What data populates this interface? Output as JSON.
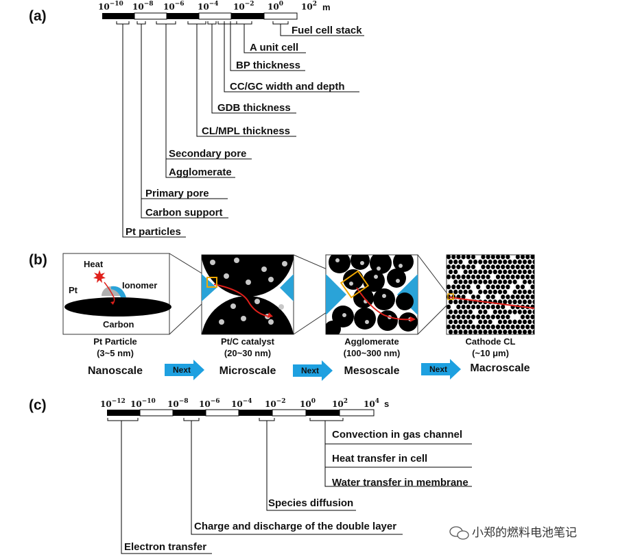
{
  "panel_a": {
    "label": "(a)",
    "unit": "m",
    "ticks": [
      {
        "base": "10",
        "exp": "−10"
      },
      {
        "base": "10",
        "exp": "−8"
      },
      {
        "base": "10",
        "exp": "−6"
      },
      {
        "base": "10",
        "exp": "−4"
      },
      {
        "base": "10",
        "exp": "−2"
      },
      {
        "base": "10",
        "exp": "0"
      },
      {
        "base": "10",
        "exp": "2"
      }
    ],
    "items": [
      "Fuel cell stack",
      "A unit cell",
      "BP thickness",
      "CC/GC width and depth",
      "GDB thickness",
      "CL/MPL thickness",
      "Secondary pore",
      "Agglomerate",
      "Primary pore",
      "Carbon support",
      "Pt particles"
    ]
  },
  "panel_b": {
    "label": "(b)",
    "inner": {
      "heat": "Heat",
      "pt": "Pt",
      "ionomer": "Ionomer",
      "carbon": "Carbon"
    },
    "stages": [
      {
        "name": "Pt Particle",
        "size": "(3~5 nm)",
        "scale": "Nanoscale"
      },
      {
        "name": "Pt/C catalyst",
        "size": "(20~30 nm)",
        "scale": "Microscale"
      },
      {
        "name": "Agglomerate",
        "size": "(100~300 nm)",
        "scale": "Mesoscale"
      },
      {
        "name": "Cathode CL",
        "size": "(~10 μm)",
        "scale": "Macroscale"
      }
    ],
    "arrow_label": "Next",
    "colors": {
      "ionomer": "#2aa3d8",
      "arrow": "#1ea0e0",
      "path": "#e0201b",
      "highlight": "#f0a800"
    }
  },
  "panel_c": {
    "label": "(c)",
    "unit": "s",
    "ticks": [
      {
        "base": "10",
        "exp": "−12"
      },
      {
        "base": "10",
        "exp": "−10"
      },
      {
        "base": "10",
        "exp": "−8"
      },
      {
        "base": "10",
        "exp": "−6"
      },
      {
        "base": "10",
        "exp": "−4"
      },
      {
        "base": "10",
        "exp": "−2"
      },
      {
        "base": "10",
        "exp": "0"
      },
      {
        "base": "10",
        "exp": "2"
      },
      {
        "base": "10",
        "exp": "4"
      }
    ],
    "items": [
      "Convection in gas channel",
      "Heat transfer in cell",
      "Water transfer in membrane",
      "Species diffusion",
      "Charge and discharge of the double layer",
      "Electron transfer"
    ]
  },
  "watermark": "小郑的燃料电池笔记"
}
